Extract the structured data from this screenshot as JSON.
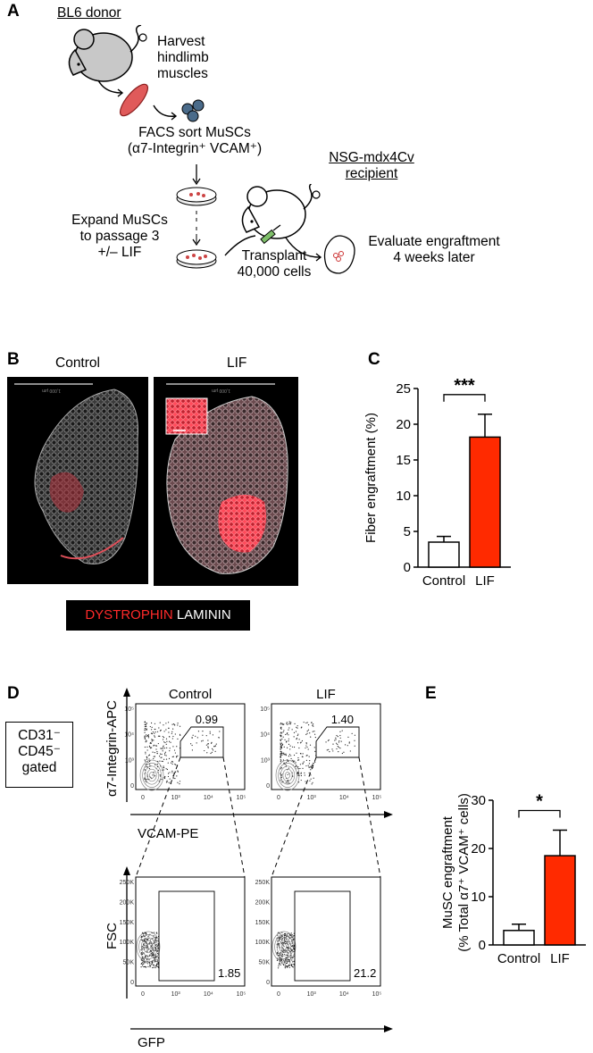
{
  "panelA": {
    "letter": "A",
    "donor_label": "BL6 donor",
    "harvest": [
      "Harvest",
      "hindlimb",
      "muscles"
    ],
    "facs": [
      "FACS sort MuSCs",
      "(α7-Integrin⁺ VCAM⁺)"
    ],
    "recipient": [
      "NSG-mdx4Cv",
      "recipient"
    ],
    "expand": [
      "Expand MuSCs",
      "to passage 3",
      "+/– LIF"
    ],
    "transplant": [
      "Transplant",
      "40,000 cells"
    ],
    "evaluate": [
      "Evaluate engraftment",
      "4 weeks later"
    ]
  },
  "panelB": {
    "letter": "B",
    "control_label": "Control",
    "lif_label": "LIF",
    "scale_text": "1,000 μm",
    "legend_red": "DYSTROPHIN",
    "legend_white": "LAMININ"
  },
  "panelC": {
    "letter": "C",
    "significance": "***",
    "chart_data": {
      "type": "bar",
      "categories": [
        "Control",
        "LIF"
      ],
      "values": [
        3.5,
        18.2
      ],
      "errors": [
        0.8,
        3.2
      ],
      "colors": [
        "#ffffff",
        "#ff2a00"
      ],
      "ylabel": "Fiber engraftment (%)",
      "ylim": [
        0,
        25
      ],
      "yticks": [
        "0",
        "5",
        "10",
        "15",
        "20",
        "25"
      ]
    }
  },
  "panelD": {
    "letter": "D",
    "gate_box": [
      "CD31⁻",
      "CD45⁻",
      "gated"
    ],
    "control_label": "Control",
    "lif_label": "LIF",
    "y_top_label": "α7-Integrin-APC",
    "x_top_label": "VCAM-PE",
    "y_bottom_label": "FSC",
    "x_bottom_label": "GFP",
    "top_values": [
      "0.99",
      "1.40"
    ],
    "bottom_values": [
      "1.85",
      "21.2"
    ],
    "log_ticks_y": [
      "10⁵",
      "10⁴",
      "10³",
      "0"
    ],
    "log_ticks_x": [
      "0",
      "10³",
      "10⁴",
      "10⁵"
    ],
    "fsc_ticks": [
      "250K",
      "200K",
      "150K",
      "100K",
      "50K",
      "0"
    ]
  },
  "panelE": {
    "letter": "E",
    "significance": "*",
    "chart_data": {
      "type": "bar",
      "categories": [
        "Control",
        "LIF"
      ],
      "values": [
        3.0,
        18.5
      ],
      "errors": [
        1.3,
        5.3
      ],
      "colors": [
        "#ffffff",
        "#ff2a00"
      ],
      "ylabel": "MuSC engraftment",
      "ylabel2": "(% Total α7⁺ VCAM⁺ cells)",
      "ylim": [
        0,
        30
      ],
      "yticks": [
        "0",
        "10",
        "20",
        "30"
      ]
    }
  }
}
